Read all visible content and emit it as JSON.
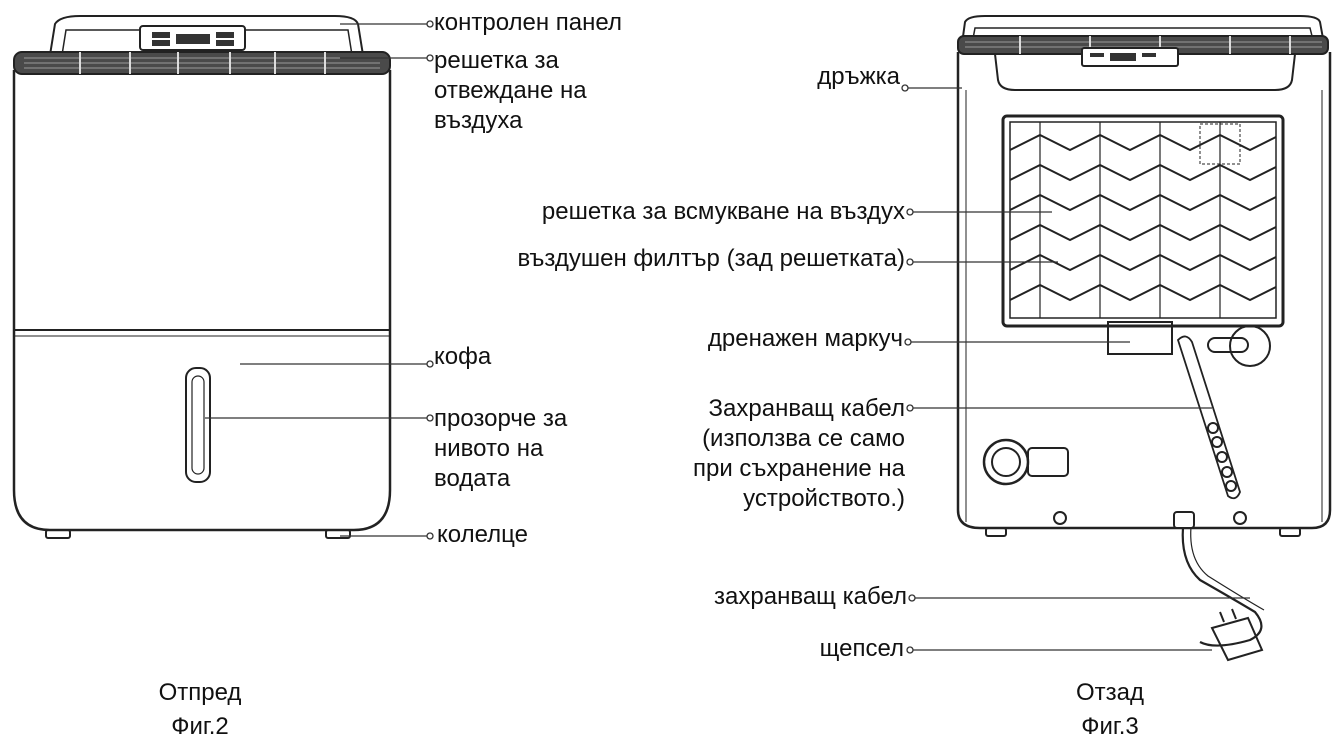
{
  "front": {
    "labels": {
      "control_panel": "контролен панел",
      "exhaust_grille": [
        "решетка за",
        "отвеждане на",
        "въздуха"
      ],
      "bucket": "кофа",
      "water_window": [
        "прозорче за",
        "нивото на",
        "водата"
      ],
      "wheel": "колелце"
    },
    "caption": [
      "Отпред",
      "Фиг.2"
    ]
  },
  "back": {
    "labels": {
      "handle": "дръжка",
      "intake_grille": "решетка за всмукване на въздух",
      "air_filter": "въздушен филтър (зад решетката)",
      "drain_hose": "дренажен маркуч",
      "storage_cable": [
        "Захранващ кабел",
        "(използва се само",
        "при съхранение на",
        "устройството.)"
      ],
      "power_cable": "захранващ кабел",
      "plug": "щепсел"
    },
    "caption": [
      "Отзад",
      "Фиг.3"
    ]
  },
  "colors": {
    "ink": "#111111",
    "line": "#222222",
    "body_shade": "#555555"
  }
}
